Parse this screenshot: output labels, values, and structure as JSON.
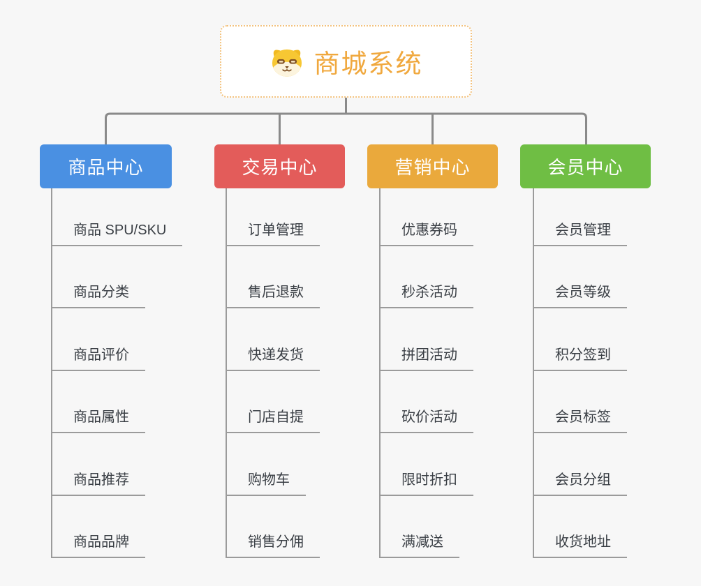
{
  "page": {
    "background_color": "#f7f7f7"
  },
  "root": {
    "title": "商城系统",
    "icon": "dog-face-icon",
    "text_color": "#f0a83e",
    "border_color": "#f3c27e",
    "background_color": "#ffffff"
  },
  "connector_color": "#8a8a8a",
  "leaf_line_color": "#9b9b9b",
  "branches": [
    {
      "label": "商品中心",
      "color": "#4a90e2",
      "items": [
        "商品 SPU/SKU",
        "商品分类",
        "商品评价",
        "商品属性",
        "商品推荐",
        "商品品牌"
      ]
    },
    {
      "label": "交易中心",
      "color": "#e35c5a",
      "items": [
        "订单管理",
        "售后退款",
        "快递发货",
        "门店自提",
        "购物车",
        "销售分佣"
      ]
    },
    {
      "label": "营销中心",
      "color": "#eaa93c",
      "items": [
        "优惠券码",
        "秒杀活动",
        "拼团活动",
        "砍价活动",
        "限时折扣",
        "满减送"
      ]
    },
    {
      "label": "会员中心",
      "color": "#6fbe44",
      "items": [
        "会员管理",
        "会员等级",
        "积分签到",
        "会员标签",
        "会员分组",
        "收货地址"
      ]
    }
  ]
}
